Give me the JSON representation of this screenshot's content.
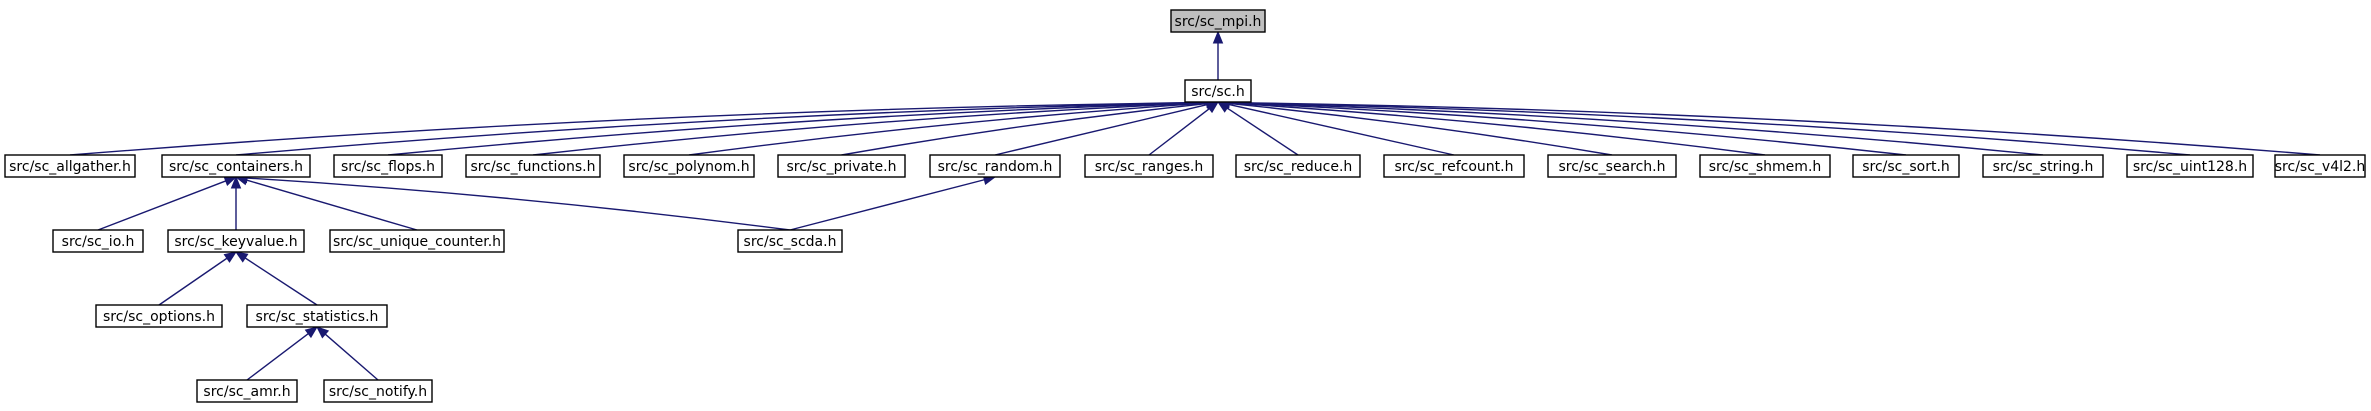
{
  "colors": {
    "edge": "#191970",
    "node_fill": "#ffffff",
    "root_fill": "#bfbfbf",
    "node_border": "#000000"
  },
  "nodes": [
    {
      "id": "mpi",
      "label": "src/sc_mpi.h",
      "highlight": true
    },
    {
      "id": "sc",
      "label": "src/sc.h"
    },
    {
      "id": "allgather",
      "label": "src/sc_allgather.h"
    },
    {
      "id": "containers",
      "label": "src/sc_containers.h"
    },
    {
      "id": "flops",
      "label": "src/sc_flops.h"
    },
    {
      "id": "functions",
      "label": "src/sc_functions.h"
    },
    {
      "id": "polynom",
      "label": "src/sc_polynom.h"
    },
    {
      "id": "private",
      "label": "src/sc_private.h"
    },
    {
      "id": "random",
      "label": "src/sc_random.h"
    },
    {
      "id": "ranges",
      "label": "src/sc_ranges.h"
    },
    {
      "id": "reduce",
      "label": "src/sc_reduce.h"
    },
    {
      "id": "refcount",
      "label": "src/sc_refcount.h"
    },
    {
      "id": "search",
      "label": "src/sc_search.h"
    },
    {
      "id": "shmem",
      "label": "src/sc_shmem.h"
    },
    {
      "id": "sort",
      "label": "src/sc_sort.h"
    },
    {
      "id": "string",
      "label": "src/sc_string.h"
    },
    {
      "id": "uint128",
      "label": "src/sc_uint128.h"
    },
    {
      "id": "v4l2",
      "label": "src/sc_v4l2.h"
    },
    {
      "id": "io",
      "label": "src/sc_io.h"
    },
    {
      "id": "keyvalue",
      "label": "src/sc_keyvalue.h"
    },
    {
      "id": "unique_counter",
      "label": "src/sc_unique_counter.h"
    },
    {
      "id": "scda",
      "label": "src/sc_scda.h"
    },
    {
      "id": "options",
      "label": "src/sc_options.h"
    },
    {
      "id": "statistics",
      "label": "src/sc_statistics.h"
    },
    {
      "id": "amr",
      "label": "src/sc_amr.h"
    },
    {
      "id": "notify",
      "label": "src/sc_notify.h"
    }
  ],
  "edges": [
    {
      "from": "sc",
      "to": "mpi"
    },
    {
      "from": "allgather",
      "to": "sc"
    },
    {
      "from": "containers",
      "to": "sc"
    },
    {
      "from": "flops",
      "to": "sc"
    },
    {
      "from": "functions",
      "to": "sc"
    },
    {
      "from": "polynom",
      "to": "sc"
    },
    {
      "from": "private",
      "to": "sc"
    },
    {
      "from": "random",
      "to": "sc"
    },
    {
      "from": "ranges",
      "to": "sc"
    },
    {
      "from": "reduce",
      "to": "sc"
    },
    {
      "from": "refcount",
      "to": "sc"
    },
    {
      "from": "search",
      "to": "sc"
    },
    {
      "from": "shmem",
      "to": "sc"
    },
    {
      "from": "sort",
      "to": "sc"
    },
    {
      "from": "string",
      "to": "sc"
    },
    {
      "from": "uint128",
      "to": "sc"
    },
    {
      "from": "v4l2",
      "to": "sc"
    },
    {
      "from": "io",
      "to": "containers"
    },
    {
      "from": "keyvalue",
      "to": "containers"
    },
    {
      "from": "unique_counter",
      "to": "containers"
    },
    {
      "from": "scda",
      "to": "containers"
    },
    {
      "from": "scda",
      "to": "random"
    },
    {
      "from": "options",
      "to": "keyvalue"
    },
    {
      "from": "statistics",
      "to": "keyvalue"
    },
    {
      "from": "amr",
      "to": "statistics"
    },
    {
      "from": "notify",
      "to": "statistics"
    }
  ]
}
